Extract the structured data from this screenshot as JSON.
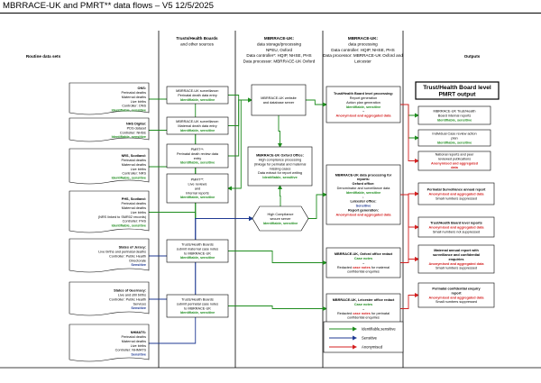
{
  "title": "MBRRACE-UK and PMRT** data flows – V5 12/5/2025",
  "colors": {
    "identifiable_sensitive": "#1e8c1e",
    "sensitive": "#1f3a93",
    "anonymised": "#d42020",
    "text": "#000000"
  },
  "lanes": [
    {
      "id": "lane-routine",
      "header": [
        "Routine data sets"
      ]
    },
    {
      "id": "lane-trusts",
      "header": [
        "Trusts/Health Boards",
        "and other sources"
      ]
    },
    {
      "id": "lane-storage",
      "header": [
        "MBRRACE-UK:",
        "data storage/processing",
        "NPEU, Oxford",
        "Data controller*: HQIP, NHSE, PHS",
        "Data processor: MBRRACE-UK Oxford"
      ]
    },
    {
      "id": "lane-processing",
      "header": [
        "MBRRACE-UK:",
        "data processing",
        "Data controller: HQIP, NHSE, PHS",
        "Data processor: MBRRACE-UK Oxford and",
        "Leicester"
      ]
    },
    {
      "id": "lane-outputs",
      "header": [
        "Outputs"
      ]
    }
  ],
  "nodes": [
    {
      "id": "ons",
      "lines": [
        {
          "t": "ONS:",
          "b": true
        },
        {
          "t": "Perinatal deaths"
        },
        {
          "t": "Maternal deaths"
        },
        {
          "t": "Live births"
        },
        {
          "t": "Controller: ONS"
        },
        {
          "t": "Identifiable, sensitive",
          "c": "identifiable_sensitive",
          "b": true
        }
      ]
    },
    {
      "id": "nhs-digital",
      "lines": [
        {
          "t": "NHS Digital:",
          "b": true
        },
        {
          "t": "PDS dataset"
        },
        {
          "t": "Controller: NHSE"
        },
        {
          "t": "Identifiable, sensitive",
          "c": "identifiable_sensitive",
          "b": true
        }
      ]
    },
    {
      "id": "nrs-scotland",
      "lines": [
        {
          "t": "NRS, Scotland:",
          "b": true
        },
        {
          "t": "Perinatal deaths"
        },
        {
          "t": "Maternal deaths"
        },
        {
          "t": "Live births"
        },
        {
          "t": "Controller: NRS"
        },
        {
          "t": "Identifiable, sensitive",
          "c": "identifiable_sensitive",
          "b": true
        }
      ]
    },
    {
      "id": "phs-scotland",
      "lines": [
        {
          "t": "PHS, Scotland:",
          "b": true
        },
        {
          "t": "Perinatal deaths"
        },
        {
          "t": "Maternal deaths"
        },
        {
          "t": "Live births"
        },
        {
          "t": "(NRS linked to SMR02 records)"
        },
        {
          "t": "Controller: PHS"
        },
        {
          "t": "Identifiable, sensitive",
          "c": "identifiable_sensitive",
          "b": true
        }
      ]
    },
    {
      "id": "jersey",
      "lines": [
        {
          "t": "States of Jersey:",
          "b": true
        },
        {
          "t": "Live births and perinatal deaths"
        },
        {
          "t": "Controller: Public Health"
        },
        {
          "t": "Directorate"
        },
        {
          "t": "Sensitive",
          "c": "sensitive",
          "b": true
        }
      ]
    },
    {
      "id": "guernsey",
      "lines": [
        {
          "t": "States of Guernsey:",
          "b": true
        },
        {
          "t": "Live and still births"
        },
        {
          "t": "Controller: Public Health"
        },
        {
          "t": "Services"
        },
        {
          "t": "Sensitive",
          "c": "sensitive",
          "b": true
        }
      ]
    },
    {
      "id": "nhmats",
      "lines": [
        {
          "t": "NHMATS:",
          "b": true
        },
        {
          "t": "Perinatal deaths"
        },
        {
          "t": "Maternal deaths"
        },
        {
          "t": "Live births"
        },
        {
          "t": "Controller: NHMATS"
        },
        {
          "t": "Sensitive",
          "c": "sensitive",
          "b": true
        }
      ]
    },
    {
      "id": "t-perinatal",
      "lines": [
        {
          "t": "MBRRACE-UK surveillance:"
        },
        {
          "t": "Perinatal death data entry"
        },
        {
          "t": "Identifiable, sensitive",
          "c": "identifiable_sensitive",
          "b": true
        }
      ]
    },
    {
      "id": "t-maternal",
      "lines": [
        {
          "t": "MBRRACE-UK surveillance:"
        },
        {
          "t": "Maternal death data entry"
        },
        {
          "t": "Identifiable, sensitive",
          "c": "identifiable_sensitive",
          "b": true
        }
      ]
    },
    {
      "id": "t-pmrt-entry",
      "lines": [
        {
          "t": "PMRT**:"
        },
        {
          "t": "Perinatal death review data"
        },
        {
          "t": "entry"
        },
        {
          "t": "Identifiable, sensitive",
          "c": "identifiable_sensitive",
          "b": true
        }
      ]
    },
    {
      "id": "t-pmrt-reviews",
      "lines": [
        {
          "t": "PMRT**:"
        },
        {
          "t": "Live reviews"
        },
        {
          "t": "and"
        },
        {
          "t": "Internal reports"
        },
        {
          "t": "Identifiable, sensitive",
          "c": "identifiable_sensitive",
          "b": true
        }
      ]
    },
    {
      "id": "t-case-notes-ox",
      "lines": [
        {
          "t": "Trusts/Health Boards"
        },
        {
          "t": "submit maternal case notes"
        },
        {
          "t": "to MBRRACE-UK"
        },
        {
          "t": "Identifiable, sensitive",
          "c": "identifiable_sensitive",
          "b": true
        }
      ]
    },
    {
      "id": "t-case-notes-lei",
      "lines": [
        {
          "t": "Trusts/Health Boards"
        },
        {
          "t": "submit perinatal case notes"
        },
        {
          "t": "to MBRRACE-UK"
        },
        {
          "t": "Identifiable, sensitive",
          "c": "identifiable_sensitive",
          "b": true
        }
      ]
    },
    {
      "id": "website",
      "lines": [
        {
          "t": "MBRRACE-UK website"
        },
        {
          "t": "and database server"
        }
      ]
    },
    {
      "id": "oxford-office",
      "lines": [
        {
          "t": "MBRRACE-UK Oxford Office:",
          "b": true
        },
        {
          "t": "High compliance processing"
        },
        {
          "t": "(linkage for perinatal and maternal"
        },
        {
          "t": "missing cases"
        },
        {
          "t": "Data extract for report writing"
        },
        {
          "t": "Identifiable, sensitive",
          "c": "identifiable_sensitive",
          "b": true
        }
      ]
    },
    {
      "id": "secure-server",
      "lines": [
        {
          "t": "High Compliance"
        },
        {
          "t": "secure server"
        },
        {
          "t": "Identifiable, sensitive",
          "c": "identifiable_sensitive",
          "b": true
        }
      ]
    },
    {
      "id": "trust-processing",
      "lines": [
        {
          "t": "Trust/Health Board level processing:",
          "b": true
        },
        {
          "t": "Report generation"
        },
        {
          "t": "Action plan generation"
        },
        {
          "t": "Identifiable, sensitive",
          "c": "identifiable_sensitive",
          "b": true
        },
        {
          "t": "→"
        },
        {
          "t": "Anonymised and aggregated data",
          "c": "anonymised",
          "b": true
        }
      ]
    },
    {
      "id": "reports-processing",
      "lines": [
        {
          "t": "MBRRACE-UK data processing for",
          "b": true
        },
        {
          "t": "reports:",
          "b": true
        },
        {
          "t": "Oxford office:",
          "b": true
        },
        {
          "t": "Denominator and surveillance data"
        },
        {
          "t": "Identifiable, sensitive",
          "c": "identifiable_sensitive",
          "b": true
        },
        {
          "t": "↓"
        },
        {
          "t": "Leicester office:",
          "b": true
        },
        {
          "t": "Sensitive",
          "c": "sensitive",
          "b": true
        },
        {
          "t": "Report generation:",
          "b": true
        },
        {
          "t": "Anonymised and aggregated data",
          "c": "anonymised",
          "b": true
        }
      ]
    },
    {
      "id": "oxford-redact",
      "lines": [
        {
          "t": "MBRRACE-UK, Oxford office redact",
          "b": true
        },
        {
          "t": "Case notes",
          "c": "identifiable_sensitive",
          "b": true
        },
        {
          "t": "→"
        },
        {
          "t": "Redacted case notes for maternal",
          "runs": [
            [
              "Redacted ",
              ""
            ],
            [
              "case notes",
              "anonymised"
            ],
            [
              " for maternal",
              ""
            ]
          ]
        },
        {
          "t": "confidential enquiries"
        }
      ]
    },
    {
      "id": "leicester-redact",
      "lines": [
        {
          "t": "MBRRACE-UK, Leicester office redact",
          "b": true
        },
        {
          "t": "Case notes",
          "c": "identifiable_sensitive",
          "b": true
        },
        {
          "t": "→"
        },
        {
          "t": "Redacted case notes for perinatal",
          "runs": [
            [
              "Redacted ",
              ""
            ],
            [
              "case notes",
              "anonymised"
            ],
            [
              " for perinatal",
              ""
            ]
          ]
        },
        {
          "t": "confidential enquiries"
        }
      ]
    },
    {
      "id": "o-trust-level",
      "lines": [
        {
          "t": "Trust/Health Board level",
          "b": true,
          "big": true
        },
        {
          "t": "PMRT output",
          "b": true,
          "big": true
        }
      ]
    },
    {
      "id": "o-internal-reports",
      "lines": [
        {
          "t": "MBRRACE-UK Trust/Health"
        },
        {
          "t": "Board internal reports"
        },
        {
          "t": "Identifiable, sensitive",
          "c": "identifiable_sensitive",
          "b": true
        }
      ]
    },
    {
      "id": "o-action-plan",
      "lines": [
        {
          "t": "Individual Case review action"
        },
        {
          "t": "plan"
        },
        {
          "t": "Identifiable, sensitive",
          "c": "identifiable_sensitive",
          "b": true
        }
      ]
    },
    {
      "id": "o-national-reports",
      "lines": [
        {
          "t": "National reports and peer"
        },
        {
          "t": "reviewed publications"
        },
        {
          "t": "Anonymised and aggregated",
          "c": "anonymised",
          "b": true
        },
        {
          "t": "data",
          "c": "anonymised",
          "b": true
        }
      ]
    },
    {
      "id": "o-surveillance-report",
      "lines": [
        {
          "t": "Perinatal Surveillance annual report",
          "b": true
        },
        {
          "t": "Anonymised and aggregated data",
          "c": "anonymised",
          "b": true
        },
        {
          "t": "Small numbers suppressed"
        }
      ]
    },
    {
      "id": "o-trust-reports",
      "lines": [
        {
          "t": "Trust/Health Board level reports",
          "b": true
        },
        {
          "t": "Anonymised and aggregated data",
          "c": "anonymised",
          "b": true
        },
        {
          "t": "Small numbers not suppressed"
        }
      ]
    },
    {
      "id": "o-maternal-report",
      "lines": [
        {
          "t": "Maternal annual report with",
          "b": true
        },
        {
          "t": "surveillance and confidential",
          "b": true
        },
        {
          "t": "enquiries",
          "b": true
        },
        {
          "t": "Anonymised and aggregated data",
          "c": "anonymised",
          "b": true
        },
        {
          "t": "Small numbers suppressed"
        }
      ]
    },
    {
      "id": "o-perinatal-enquiry",
      "lines": [
        {
          "t": "Perinatal confidential enquiry",
          "b": true
        },
        {
          "t": "report",
          "b": true
        },
        {
          "t": "Anonymised and aggregated data",
          "c": "anonymised",
          "b": true
        },
        {
          "t": "Small numbers suppressed"
        }
      ]
    }
  ],
  "legend": [
    {
      "label": "Identifiable,sensitive",
      "c": "identifiable_sensitive"
    },
    {
      "label": "Sensitive",
      "c": "sensitive"
    },
    {
      "label": "Anonymised",
      "c": "anonymised"
    }
  ],
  "edges": [
    {
      "from": "t-perinatal",
      "to": "website",
      "c": "identifiable_sensitive"
    },
    {
      "from": "t-maternal",
      "to": "website",
      "c": "identifiable_sensitive"
    },
    {
      "from": "t-pmrt-entry",
      "to": "website",
      "c": "identifiable_sensitive"
    },
    {
      "from": "website",
      "to": "t-pmrt-reviews",
      "c": "identifiable_sensitive"
    },
    {
      "from": "website",
      "to": "oxford-office",
      "c": "identifiable_sensitive"
    },
    {
      "from": "website",
      "to": "trust-processing",
      "c": "identifiable_sensitive"
    },
    {
      "from": "ons",
      "to": "secure-server",
      "c": "identifiable_sensitive"
    },
    {
      "from": "nhs-digital",
      "to": "secure-server",
      "c": "identifiable_sensitive"
    },
    {
      "from": "nrs-scotland",
      "to": "secure-server",
      "c": "identifiable_sensitive"
    },
    {
      "from": "phs-scotland",
      "to": "secure-server",
      "c": "identifiable_sensitive"
    },
    {
      "from": "jersey",
      "to": "secure-server",
      "c": "sensitive"
    },
    {
      "from": "guernsey",
      "to": "secure-server",
      "c": "sensitive"
    },
    {
      "from": "nhmats",
      "to": "secure-server",
      "c": "sensitive"
    },
    {
      "from": "secure-server",
      "to": "oxford-office",
      "c": "identifiable_sensitive"
    },
    {
      "from": "secure-server",
      "to": "reports-processing",
      "c": "identifiable_sensitive"
    },
    {
      "from": "t-case-notes-ox",
      "to": "oxford-redact",
      "c": "identifiable_sensitive"
    },
    {
      "from": "t-case-notes-lei",
      "to": "leicester-redact",
      "c": "identifiable_sensitive"
    },
    {
      "from": "trust-processing",
      "to": "o-internal-reports",
      "c": "identifiable_sensitive"
    },
    {
      "from": "trust-processing",
      "to": "o-action-plan",
      "c": "identifiable_sensitive"
    },
    {
      "from": "trust-processing",
      "to": "o-national-reports",
      "c": "anonymised"
    },
    {
      "from": "reports-processing",
      "to": "o-surveillance-report",
      "c": "anonymised"
    },
    {
      "from": "reports-processing",
      "to": "o-trust-reports",
      "c": "anonymised"
    },
    {
      "from": "reports-processing",
      "to": "o-maternal-report",
      "c": "anonymised"
    },
    {
      "from": "oxford-redact",
      "to": "o-maternal-report",
      "c": "anonymised"
    },
    {
      "from": "leicester-redact",
      "to": "o-perinatal-enquiry",
      "c": "anonymised"
    }
  ]
}
